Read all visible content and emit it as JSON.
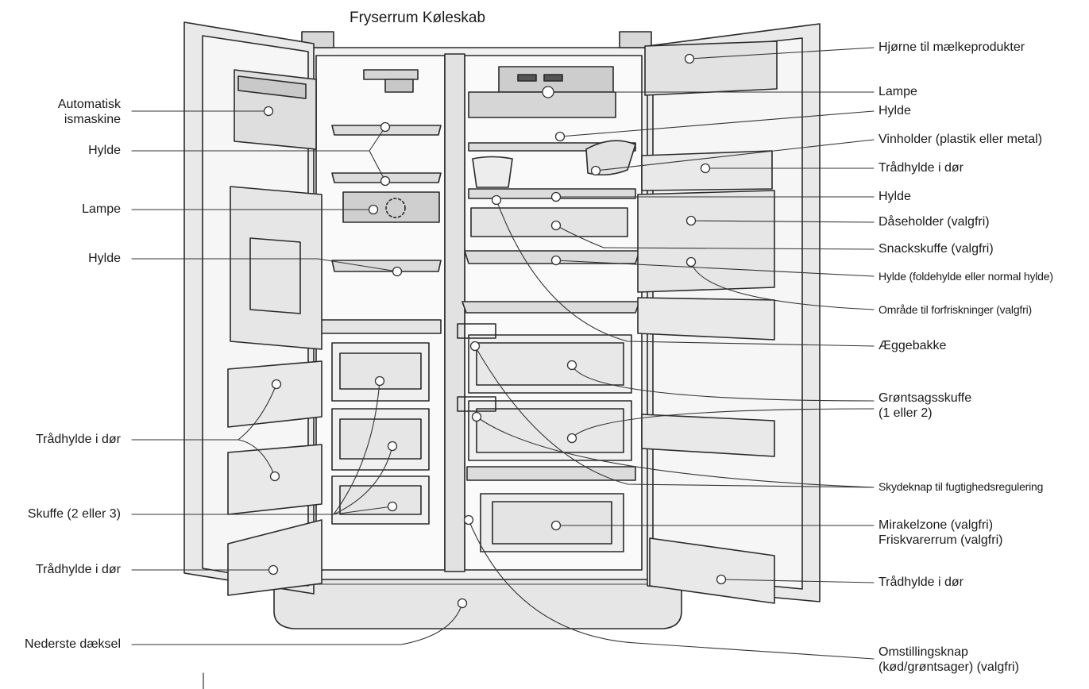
{
  "header": {
    "title": "Fryserrum Køleskab"
  },
  "labels_left": {
    "ice_maker": [
      "Automatisk",
      "ismaskine"
    ],
    "shelf_1": "Hylde",
    "lamp": "Lampe",
    "shelf_2": "Hylde",
    "door_shelf_1": "Trådhylde i dør",
    "drawer": "Skuffe (2 eller 3)",
    "door_shelf_2": "Trådhylde i dør",
    "bottom_cover": "Nederste dæksel"
  },
  "labels_right": {
    "dairy_corner": "Hjørne til mælkeprodukter",
    "lamp": "Lampe",
    "shelf_1": "Hylde",
    "wine_holder": "Vinholder (plastik eller metal)",
    "door_shelf_1": "Trådhylde i dør",
    "shelf_2": "Hylde",
    "can_holder": "Dåseholder (valgfri)",
    "snack_drawer": "Snackskuffe (valgfri)",
    "folding_shelf": "Hylde (foldehylde eller normal hylde)",
    "refreshment_area": "Område til forfriskninger (valgfri)",
    "egg_tray": "Æggebakke",
    "vegetable_drawer": [
      "Grøntsagsskuffe",
      "(1 eller 2)"
    ],
    "humidity_slider": "Skydeknap til fugtighedsregulering",
    "miracle_zone": [
      "Mirakelzone (valgfri)",
      "Friskvarerrum (valgfri)"
    ],
    "door_shelf_2": "Trådhylde i dør",
    "switch_knob": [
      "Omstillingsknap",
      "(kød/grøntsager) (valgfri)"
    ]
  }
}
